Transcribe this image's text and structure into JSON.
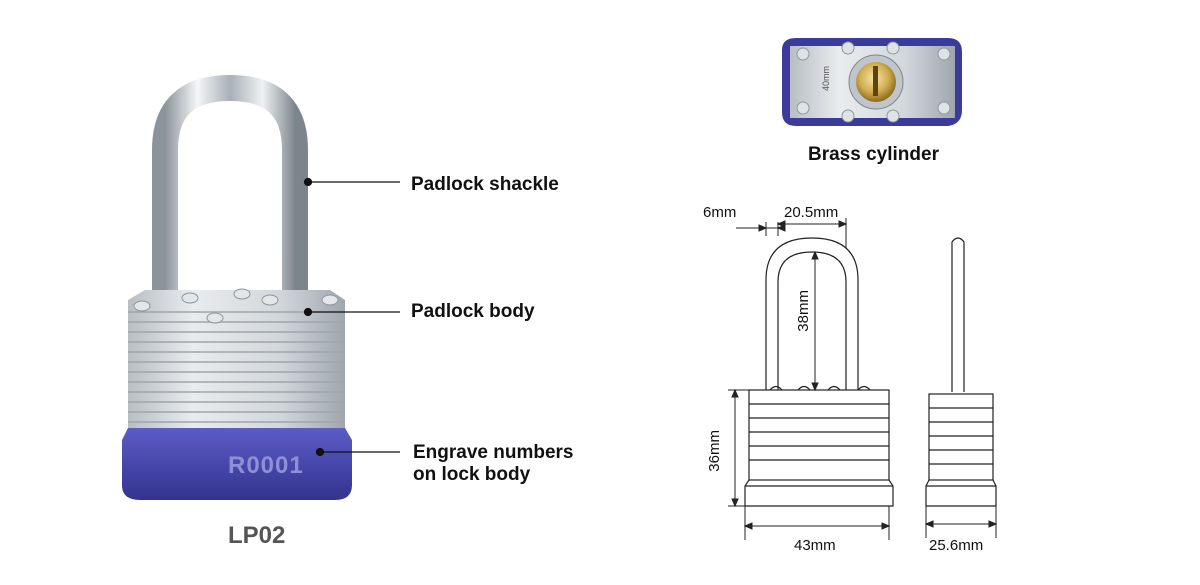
{
  "product": {
    "model": "LP02",
    "engraving": "R0001",
    "cylinder_mark": "40mm",
    "colors": {
      "bumper": "#3f3fa6",
      "body_steel": "#c9ced3",
      "shackle": "#d8dcdf",
      "brass": "#c9a646"
    }
  },
  "callouts": {
    "shackle": "Padlock shackle",
    "body": "Padlock body",
    "engrave_line1": "Engrave numbers",
    "engrave_line2": "on lock body"
  },
  "cylinder": {
    "caption": "Brass cylinder"
  },
  "dimensions": {
    "shackle_diameter": "6mm",
    "shackle_inner_width": "20.5mm",
    "shackle_clearance": "38mm",
    "body_height": "36mm",
    "body_width": "43mm",
    "body_thickness": "25.6mm"
  }
}
